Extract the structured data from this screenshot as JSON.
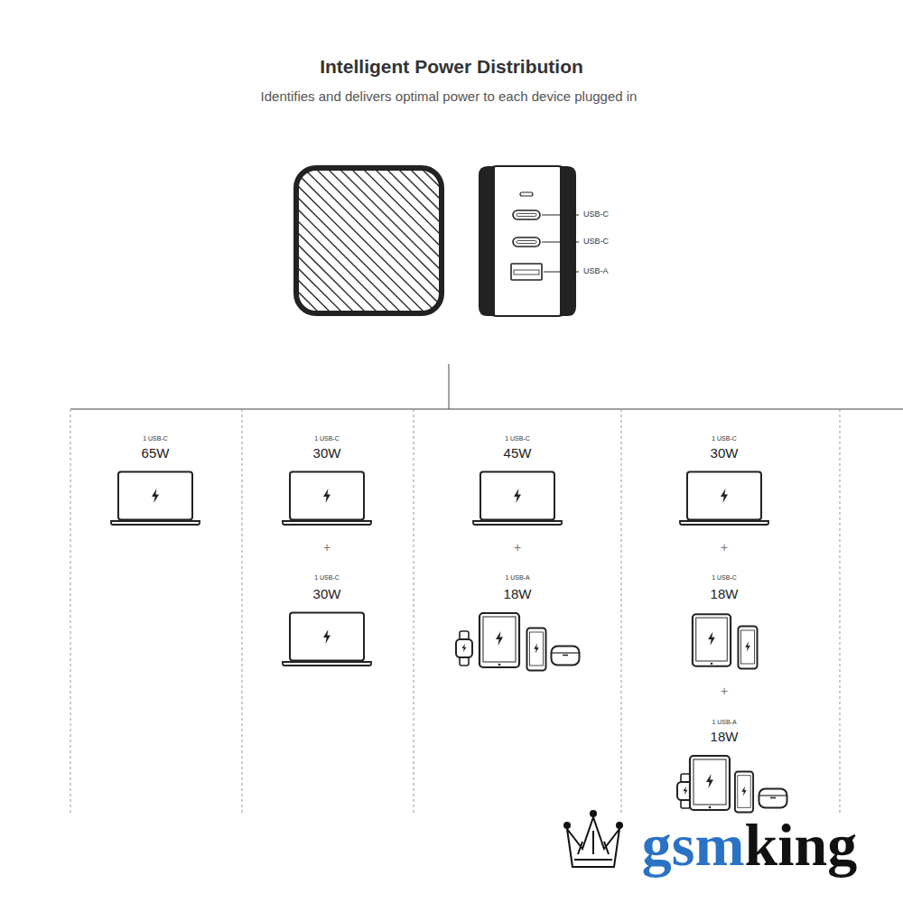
{
  "diagram": {
    "title": "Intelligent Power Distribution",
    "labels": [
      "Identifies and delivers optimal power to each device plugged in",
      "USB-C",
      "USB-C",
      "USB-A",
      "1 USB-C",
      "65W",
      "1 USB-C",
      "30W",
      "+",
      "1 USB-C",
      "30W",
      "1 USB-C",
      "45W",
      "+",
      "1 USB-A",
      "18W",
      "1 USB-C",
      "30W",
      "+",
      "1 USB-C",
      "18W",
      "+",
      "1 USB-A",
      "18W",
      "gsmking"
    ]
  }
}
